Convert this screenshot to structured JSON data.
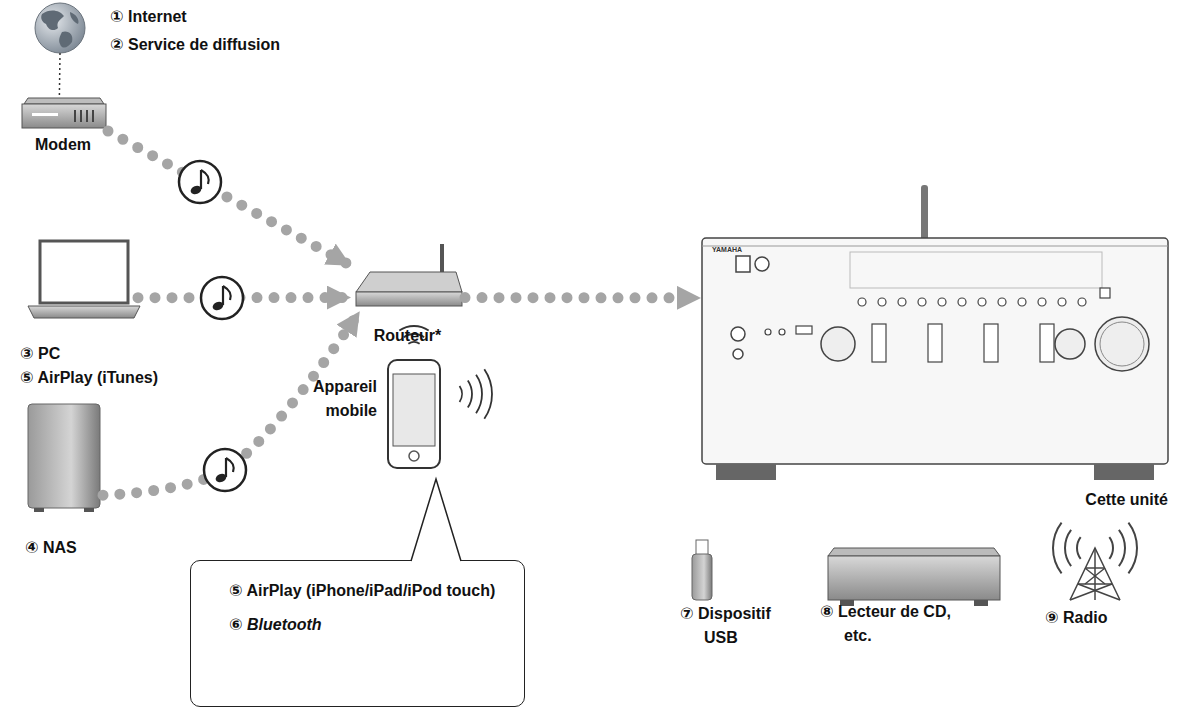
{
  "diagram": {
    "nodes": [
      {
        "text": [
          "① Internet",
          "② Service de diffusion"
        ]
      },
      {
        "text": [
          "Modem"
        ]
      },
      {
        "text": [
          "③ PC",
          "⑤ AirPlay (iTunes)"
        ]
      },
      {
        "text": [
          "④ NAS"
        ]
      },
      {
        "text": [
          "Routeur*"
        ]
      },
      {
        "text": [
          "Cette unité"
        ]
      },
      {
        "text": [
          "Appareil mobile"
        ]
      },
      {
        "text": [
          "⑤ AirPlay (iPhone/iPad/iPod touch)",
          "⑥ Bluetooth"
        ]
      },
      {
        "text": [
          "⑦ Dispositif USB"
        ]
      },
      {
        "text": [
          "⑧ Lecteur de CD, etc."
        ]
      },
      {
        "text": [
          "⑨ Radio"
        ]
      }
    ],
    "edges": [
      {
        "from": 0,
        "to": 1,
        "arrow": "none"
      },
      {
        "from": 1,
        "to": 4,
        "arrow": "to"
      },
      {
        "from": 2,
        "to": 4,
        "arrow": "to"
      },
      {
        "from": 3,
        "to": 4,
        "arrow": "to"
      },
      {
        "from": 4,
        "to": 5,
        "arrow": "to"
      }
    ],
    "labels": [
      "YAMAHA"
    ]
  }
}
